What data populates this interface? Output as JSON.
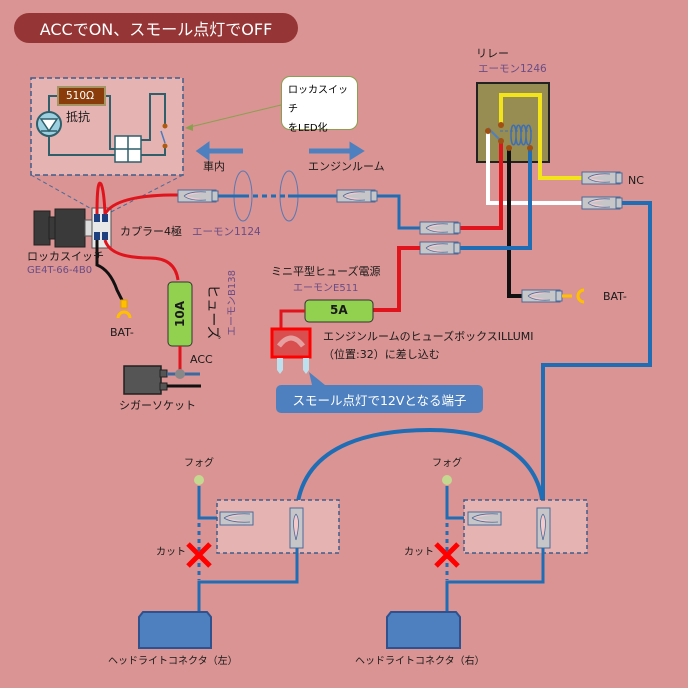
{
  "title": "ACCでON、スモール点灯でOFF",
  "callout_led": {
    "line1": "ロッカスイッチ",
    "line2": "をLED化"
  },
  "led_box": {
    "resistor_value": "510Ω",
    "resistor_label": "抵抗"
  },
  "direction": {
    "inside": "車内",
    "engine_room": "エンジンルーム"
  },
  "relay": {
    "label": "リレー",
    "part": "エーモン1246",
    "nc_label": "NC",
    "bat_label": "BAT-"
  },
  "rocker_switch": {
    "label": "ロッカスイッチ",
    "part": "GE4T-66-4B0",
    "bat_label": "BAT-"
  },
  "coupler": {
    "label": "カプラー4極",
    "part": "エーモン1124"
  },
  "fuse_10a": {
    "rating": "10A",
    "label": "ヒューズ",
    "part": "エーモンB138"
  },
  "cigar": {
    "acc_label": "ACC",
    "label": "シガーソケット"
  },
  "mini_fuse": {
    "label": "ミニ平型ヒューズ電源",
    "part": "エーモンE511",
    "rating": "5A",
    "note_line1": "エンジンルームのヒューズボックスILLUMI",
    "note_line2": "（位置:32）に差し込む"
  },
  "blue_callout": "スモール点灯で12Vとなる端子",
  "headlights": [
    {
      "fog_label": "フォグ",
      "cut_label": "カット",
      "connector_label": "ヘッドライトコネクタ（左）"
    },
    {
      "fog_label": "フォグ",
      "cut_label": "カット",
      "connector_label": "ヘッドライトコネクタ（右）"
    }
  ],
  "colors": {
    "background": "#d99493",
    "title_pill": "#963535",
    "wire_blue": "#1f6db5",
    "wire_red": "#e0141c",
    "wire_yellow": "#f2e31a",
    "fuse_green": "#92d050",
    "relay_body": "#978c52",
    "cut_mark": "#ff0000"
  }
}
